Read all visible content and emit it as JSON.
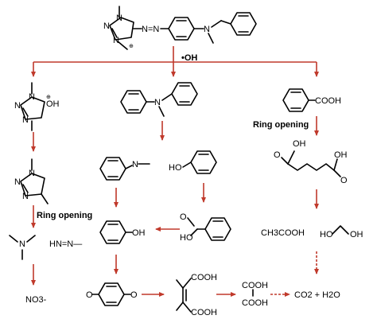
{
  "colors": {
    "arrow": "#c0392b",
    "ink": "#000000",
    "background": "#ffffff"
  },
  "reagent": "•OH",
  "ring_opening": "Ring opening",
  "atoms": {
    "N": "N",
    "OH": "OH",
    "HO": "HO",
    "O": "O",
    "plus": "⊕",
    "azo": "N=N",
    "COOH": "COOH"
  },
  "products": {
    "acetic_acid": "CH3COOH",
    "azo_fragment": "HN=N—",
    "nitrate": "NO3-",
    "final": "CO2 + H2O"
  }
}
